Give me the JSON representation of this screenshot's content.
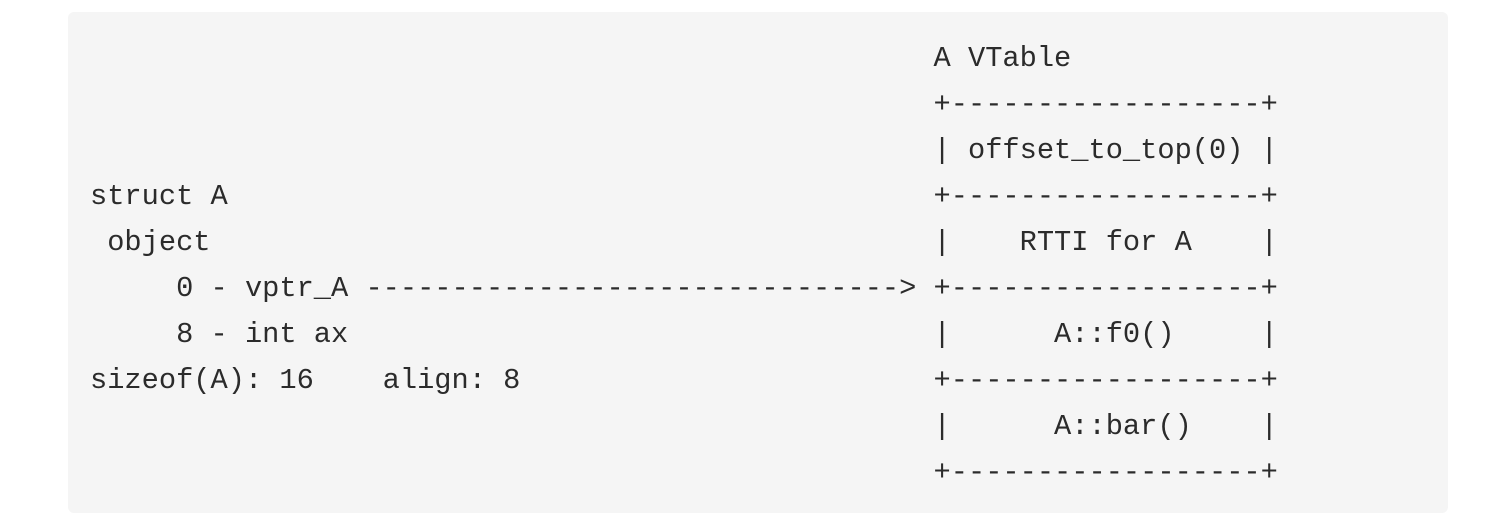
{
  "diagram": {
    "lines": [
      "                                                 A VTable",
      "                                                 +------------------+",
      "                                                 | offset_to_top(0) |",
      "struct A                                         +------------------+",
      " object                                          |    RTTI for A    |",
      "     0 - vptr_A -------------------------------> +------------------+",
      "     8 - int ax                                  |      A::f0()     |",
      "sizeof(A): 16    align: 8                        +------------------+",
      "                                                 |      A::bar()    |",
      "                                                 +------------------+"
    ]
  }
}
